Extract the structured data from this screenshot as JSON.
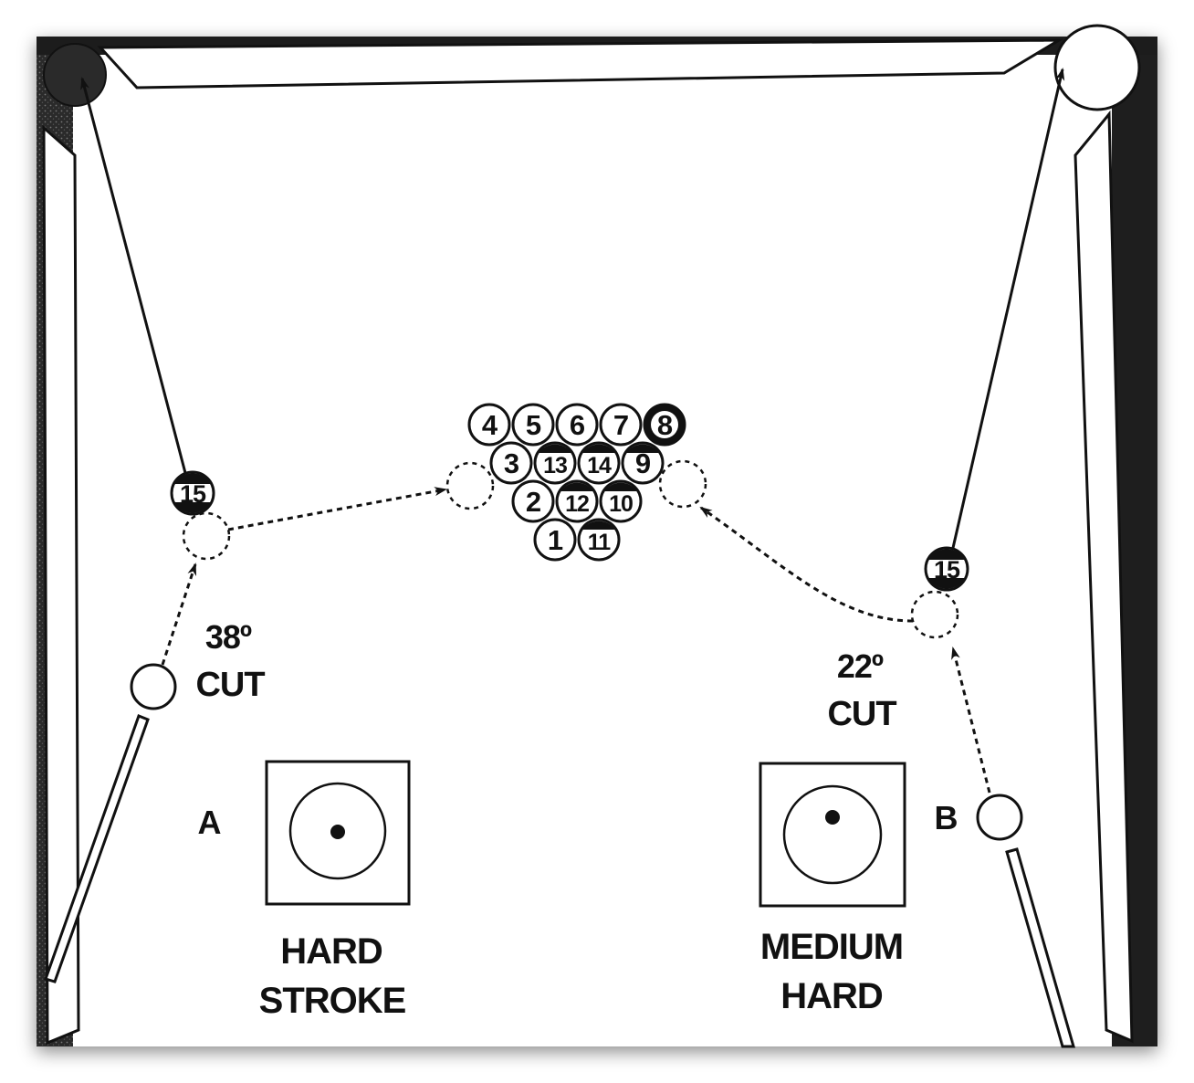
{
  "shots": [
    {
      "position": "A",
      "cut_angle": "38º",
      "cut_word": "CUT",
      "object_ball": "15",
      "stroke_line1": "HARD",
      "stroke_line2": "STROKE"
    },
    {
      "position": "B",
      "cut_angle": "22º",
      "cut_word": "CUT",
      "object_ball": "15",
      "stroke_line1": "MEDIUM",
      "stroke_line2": "HARD"
    }
  ],
  "rack": {
    "row1": [
      "4",
      "5",
      "6",
      "7",
      "8"
    ],
    "row2": [
      "3",
      "13",
      "14",
      "9"
    ],
    "row3": [
      "2",
      "12",
      "10"
    ],
    "row4": [
      "1",
      "11"
    ]
  },
  "colors": {
    "ink": "#111111",
    "table": "#ffffff",
    "rail_shadow": "#222222"
  }
}
